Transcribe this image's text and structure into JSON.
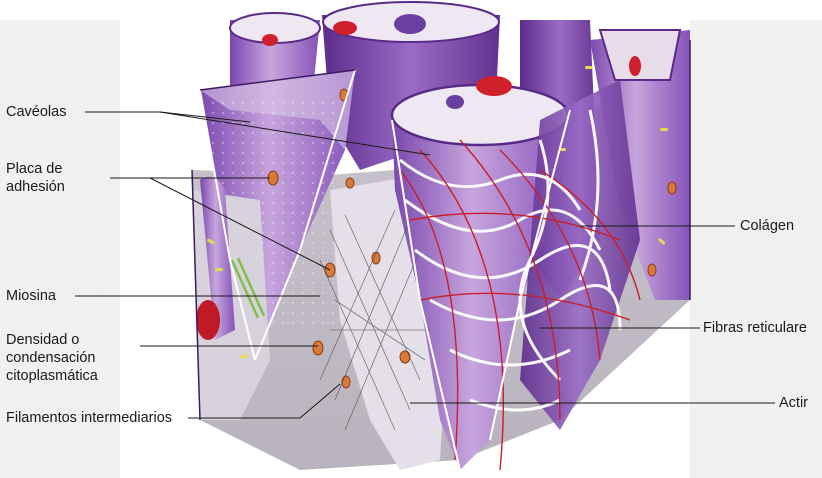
{
  "labels": {
    "caveolas": "Cavéolas",
    "placa_adhesion": "Placa de\nadhesión",
    "miosina": "Miosina",
    "densidad": "Densidad o\ncondensación\ncitoplasmática",
    "filamentos": "Filamentos intermediarios",
    "colageno": "Colágen",
    "fibras_reticulares": "Fibras reticulare",
    "actina": "Actir"
  },
  "colors": {
    "muscle_light": "#c9a8dc",
    "muscle_mid": "#9b6ac4",
    "muscle_dark": "#6a3a9c",
    "collagen_red": "#c81e2a",
    "organelle_orange": "#d9793a",
    "nucleus_red": "#d0202c",
    "yellow_granule": "#e8d84a",
    "gap_junction_green": "#7cc04a",
    "background_grey": "#cfcfcf"
  }
}
